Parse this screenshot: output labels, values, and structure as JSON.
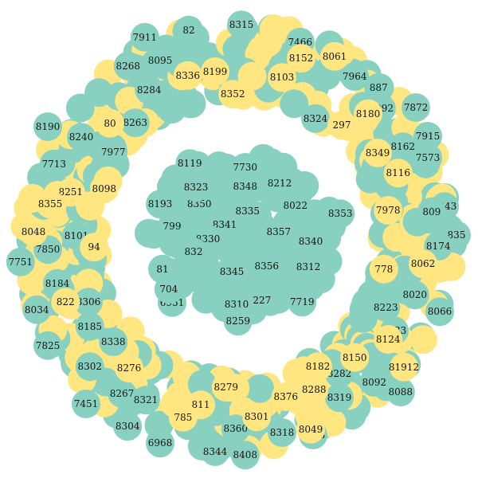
{
  "chart_data": {
    "type": "scatter",
    "title": "",
    "xlabel": "",
    "ylabel": "",
    "grid": false,
    "legend": "none",
    "colors": {
      "teal": "#88d1c0",
      "yellow": "#ffe680"
    },
    "series": [
      {
        "color": "#88d1c0",
        "points": [
          {
            "x": 0.505,
            "y": 0.948,
            "label": "8315"
          },
          {
            "x": 0.395,
            "y": 0.937,
            "label": "82"
          },
          {
            "x": 0.303,
            "y": 0.922,
            "label": "7911"
          },
          {
            "x": 0.268,
            "y": 0.862,
            "label": "8268"
          },
          {
            "x": 0.335,
            "y": 0.873,
            "label": "8095"
          },
          {
            "x": 0.628,
            "y": 0.912,
            "label": "7466"
          },
          {
            "x": 0.742,
            "y": 0.84,
            "label": "7964"
          },
          {
            "x": 0.792,
            "y": 0.817,
            "label": "887"
          },
          {
            "x": 0.798,
            "y": 0.773,
            "label": "7992"
          },
          {
            "x": 0.87,
            "y": 0.775,
            "label": "7872"
          },
          {
            "x": 0.895,
            "y": 0.715,
            "label": "7915"
          },
          {
            "x": 0.843,
            "y": 0.693,
            "label": "8162"
          },
          {
            "x": 0.895,
            "y": 0.67,
            "label": "7573"
          },
          {
            "x": 0.93,
            "y": 0.568,
            "label": "8343"
          },
          {
            "x": 0.903,
            "y": 0.557,
            "label": "809"
          },
          {
            "x": 0.955,
            "y": 0.508,
            "label": "835"
          },
          {
            "x": 0.917,
            "y": 0.485,
            "label": "8174"
          },
          {
            "x": 0.868,
            "y": 0.383,
            "label": "8020"
          },
          {
            "x": 0.92,
            "y": 0.348,
            "label": "8066"
          },
          {
            "x": 0.807,
            "y": 0.357,
            "label": "8223"
          },
          {
            "x": 0.825,
            "y": 0.308,
            "label": "8333"
          },
          {
            "x": 0.783,
            "y": 0.2,
            "label": "8092"
          },
          {
            "x": 0.838,
            "y": 0.18,
            "label": "8088"
          },
          {
            "x": 0.71,
            "y": 0.218,
            "label": "8282"
          },
          {
            "x": 0.71,
            "y": 0.168,
            "label": "8319"
          },
          {
            "x": 0.655,
            "y": 0.09,
            "label": "8343"
          },
          {
            "x": 0.59,
            "y": 0.095,
            "label": "8318"
          },
          {
            "x": 0.493,
            "y": 0.103,
            "label": "8360"
          },
          {
            "x": 0.45,
            "y": 0.055,
            "label": "8344"
          },
          {
            "x": 0.513,
            "y": 0.048,
            "label": "8408"
          },
          {
            "x": 0.335,
            "y": 0.073,
            "label": "6968"
          },
          {
            "x": 0.267,
            "y": 0.108,
            "label": "8304"
          },
          {
            "x": 0.18,
            "y": 0.155,
            "label": "7451"
          },
          {
            "x": 0.255,
            "y": 0.177,
            "label": "8267"
          },
          {
            "x": 0.305,
            "y": 0.163,
            "label": "8321"
          },
          {
            "x": 0.188,
            "y": 0.233,
            "label": "8302"
          },
          {
            "x": 0.237,
            "y": 0.285,
            "label": "8338"
          },
          {
            "x": 0.1,
            "y": 0.277,
            "label": "7825"
          },
          {
            "x": 0.188,
            "y": 0.317,
            "label": "8185"
          },
          {
            "x": 0.185,
            "y": 0.368,
            "label": "8306"
          },
          {
            "x": 0.077,
            "y": 0.352,
            "label": "8034"
          },
          {
            "x": 0.12,
            "y": 0.407,
            "label": "8184"
          },
          {
            "x": 0.043,
            "y": 0.452,
            "label": "7751"
          },
          {
            "x": 0.16,
            "y": 0.507,
            "label": "8101"
          },
          {
            "x": 0.1,
            "y": 0.478,
            "label": "7850"
          },
          {
            "x": 0.113,
            "y": 0.657,
            "label": "7713"
          },
          {
            "x": 0.1,
            "y": 0.735,
            "label": "8190"
          },
          {
            "x": 0.17,
            "y": 0.713,
            "label": "8240"
          },
          {
            "x": 0.283,
            "y": 0.743,
            "label": "8263"
          },
          {
            "x": 0.237,
            "y": 0.682,
            "label": "7977"
          },
          {
            "x": 0.312,
            "y": 0.812,
            "label": "8284"
          },
          {
            "x": 0.66,
            "y": 0.752,
            "label": "8324"
          },
          {
            "x": 0.397,
            "y": 0.658,
            "label": "8119"
          },
          {
            "x": 0.513,
            "y": 0.65,
            "label": "7730"
          },
          {
            "x": 0.585,
            "y": 0.617,
            "label": "8212"
          },
          {
            "x": 0.335,
            "y": 0.573,
            "label": "8193"
          },
          {
            "x": 0.417,
            "y": 0.573,
            "label": "8350"
          },
          {
            "x": 0.513,
            "y": 0.61,
            "label": "8348"
          },
          {
            "x": 0.41,
            "y": 0.608,
            "label": "8323"
          },
          {
            "x": 0.518,
            "y": 0.558,
            "label": "8335"
          },
          {
            "x": 0.47,
            "y": 0.53,
            "label": "8341"
          },
          {
            "x": 0.583,
            "y": 0.515,
            "label": "8357"
          },
          {
            "x": 0.435,
            "y": 0.5,
            "label": "8330"
          },
          {
            "x": 0.65,
            "y": 0.495,
            "label": "8340"
          },
          {
            "x": 0.712,
            "y": 0.553,
            "label": "8353"
          },
          {
            "x": 0.618,
            "y": 0.57,
            "label": "8022"
          },
          {
            "x": 0.485,
            "y": 0.432,
            "label": "8345"
          },
          {
            "x": 0.558,
            "y": 0.443,
            "label": "8356"
          },
          {
            "x": 0.645,
            "y": 0.442,
            "label": "8312"
          },
          {
            "x": 0.495,
            "y": 0.363,
            "label": "8310"
          },
          {
            "x": 0.548,
            "y": 0.372,
            "label": "227"
          },
          {
            "x": 0.632,
            "y": 0.368,
            "label": "7719"
          },
          {
            "x": 0.498,
            "y": 0.328,
            "label": "8259"
          },
          {
            "x": 0.36,
            "y": 0.367,
            "label": "6951"
          },
          {
            "x": 0.353,
            "y": 0.395,
            "label": "704"
          },
          {
            "x": 0.34,
            "y": 0.437,
            "label": "81"
          },
          {
            "x": 0.36,
            "y": 0.527,
            "label": "799"
          },
          {
            "x": 0.405,
            "y": 0.473,
            "label": "832"
          }
        ]
      },
      {
        "color": "#ffe680",
        "points": [
          {
            "x": 0.393,
            "y": 0.842,
            "label": "8336"
          },
          {
            "x": 0.45,
            "y": 0.85,
            "label": "8199"
          },
          {
            "x": 0.487,
            "y": 0.803,
            "label": "8352"
          },
          {
            "x": 0.63,
            "y": 0.878,
            "label": "8152"
          },
          {
            "x": 0.7,
            "y": 0.882,
            "label": "8061"
          },
          {
            "x": 0.59,
            "y": 0.838,
            "label": "8103"
          },
          {
            "x": 0.715,
            "y": 0.738,
            "label": "297"
          },
          {
            "x": 0.77,
            "y": 0.762,
            "label": "8180"
          },
          {
            "x": 0.79,
            "y": 0.68,
            "label": "8349"
          },
          {
            "x": 0.833,
            "y": 0.638,
            "label": "8116"
          },
          {
            "x": 0.812,
            "y": 0.56,
            "label": "7978"
          },
          {
            "x": 0.885,
            "y": 0.448,
            "label": "8062"
          },
          {
            "x": 0.803,
            "y": 0.437,
            "label": "778"
          },
          {
            "x": 0.812,
            "y": 0.29,
            "label": "8124"
          },
          {
            "x": 0.845,
            "y": 0.232,
            "label": "81912"
          },
          {
            "x": 0.742,
            "y": 0.252,
            "label": "8150"
          },
          {
            "x": 0.665,
            "y": 0.233,
            "label": "8182"
          },
          {
            "x": 0.657,
            "y": 0.185,
            "label": "8288"
          },
          {
            "x": 0.598,
            "y": 0.17,
            "label": "8376"
          },
          {
            "x": 0.65,
            "y": 0.102,
            "label": "8049"
          },
          {
            "x": 0.537,
            "y": 0.128,
            "label": "8301"
          },
          {
            "x": 0.473,
            "y": 0.19,
            "label": "8279"
          },
          {
            "x": 0.42,
            "y": 0.153,
            "label": "811"
          },
          {
            "x": 0.383,
            "y": 0.127,
            "label": "785"
          },
          {
            "x": 0.27,
            "y": 0.23,
            "label": "8276"
          },
          {
            "x": 0.137,
            "y": 0.368,
            "label": "822"
          },
          {
            "x": 0.148,
            "y": 0.598,
            "label": "8251"
          },
          {
            "x": 0.105,
            "y": 0.573,
            "label": "8355"
          },
          {
            "x": 0.07,
            "y": 0.515,
            "label": "8048"
          },
          {
            "x": 0.218,
            "y": 0.605,
            "label": "8098"
          },
          {
            "x": 0.197,
            "y": 0.483,
            "label": "94"
          },
          {
            "x": 0.23,
            "y": 0.742,
            "label": "80"
          }
        ]
      }
    ]
  }
}
